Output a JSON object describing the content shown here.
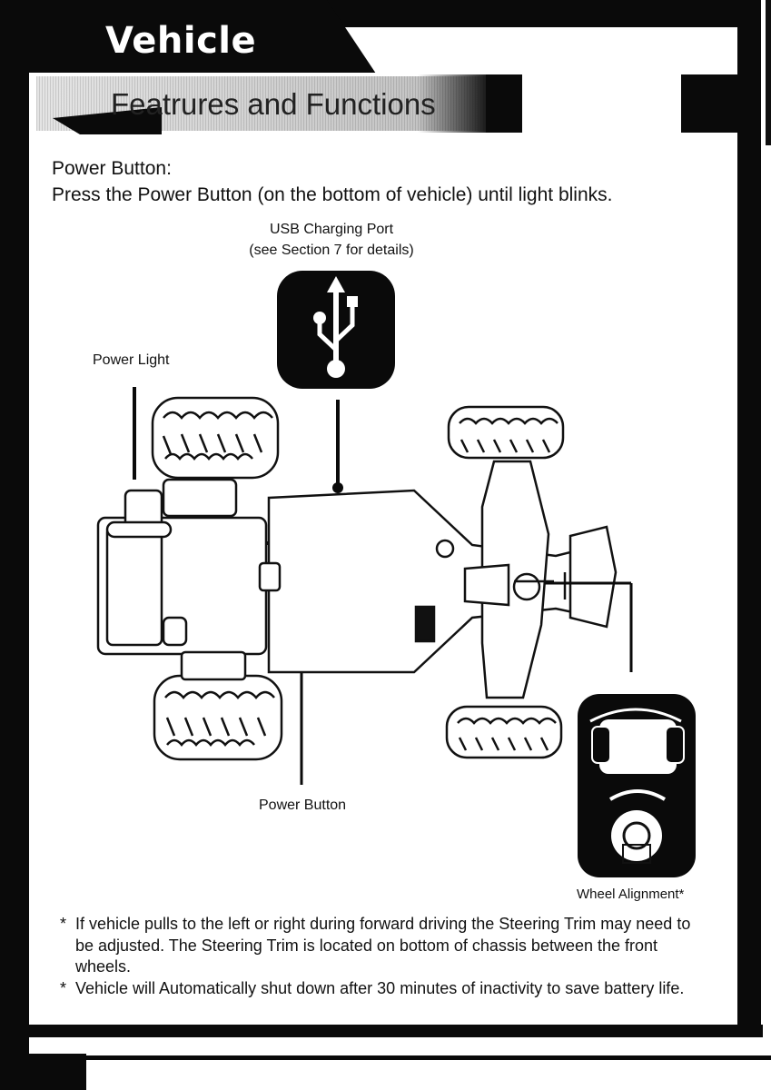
{
  "header": {
    "title": "Vehicle",
    "subtitle": "Featrures and Functions"
  },
  "section": {
    "heading": "Power Button:",
    "instruction": "Press the Power Button (on the bottom of vehicle) until light blinks."
  },
  "diagram": {
    "usb_label_line1": "USB Charging Port",
    "usb_label_line2": "(see Section 7 for details)",
    "power_light_label": "Power Light",
    "power_button_label": "Power Button",
    "wheel_alignment_label": "Wheel Alignment*",
    "icons": [
      "usb-icon",
      "steering-trim-icon"
    ]
  },
  "notes": [
    {
      "marker": "*",
      "text": "If vehicle pulls to the left or right during forward driving the Steering Trim may need to be adjusted. The Steering Trim is located on bottom of chassis between the front wheels."
    },
    {
      "marker": "*",
      "text": "Vehicle will Automatically shut down after 30 minutes of inactivity to save battery life."
    }
  ],
  "colors": {
    "frame": "#0a0a0a",
    "background": "#ffffff",
    "ink": "#111111"
  }
}
